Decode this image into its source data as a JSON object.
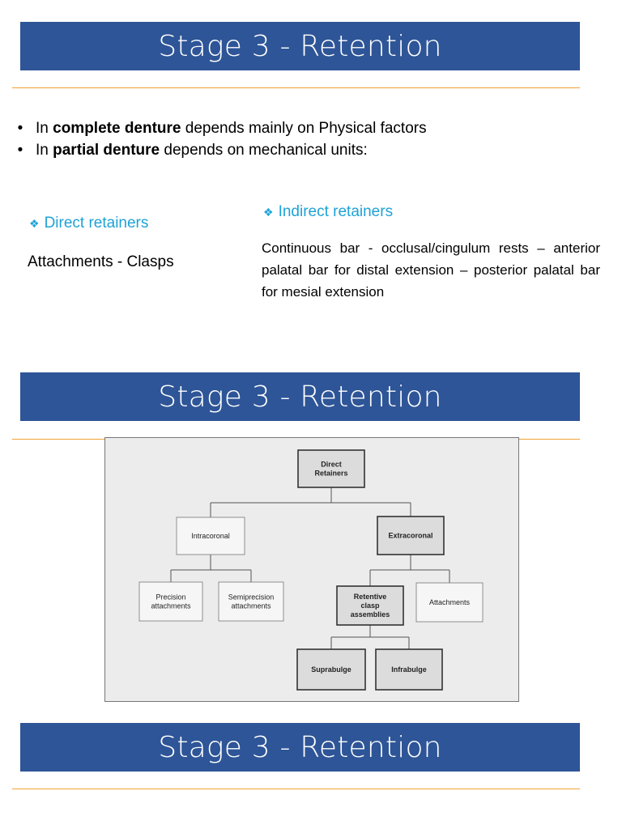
{
  "banners": [
    {
      "text": "Stage 3 - Retention"
    },
    {
      "text": "Stage 3 - Retention"
    },
    {
      "text": "Stage 3 - Retention"
    }
  ],
  "bullets": [
    {
      "pre": "In ",
      "bold": "complete denture",
      "post": " depends mainly on Physical factors"
    },
    {
      "pre": "In ",
      "bold": "partial denture",
      "post": " depends on mechanical units:"
    }
  ],
  "direct": {
    "heading": "Direct retainers",
    "body": "Attachments - Clasps"
  },
  "indirect": {
    "heading": "Indirect retainers",
    "body": "Continuous bar  - occlusal/cingulum rests – anterior palatal bar for distal extension – posterior palatal bar for mesial extension"
  },
  "diagram": {
    "nodes": {
      "root": [
        "Direct",
        "Retainers"
      ],
      "intra": [
        "Intracoronal"
      ],
      "extra": [
        "Extracoronal"
      ],
      "precision": [
        "Precision",
        "attachments"
      ],
      "semi": [
        "Semiprecision",
        "attachments"
      ],
      "retentive": [
        "Retentive",
        "clasp",
        "assemblies"
      ],
      "attach": [
        "Attachments"
      ],
      "supra": [
        "Suprabulge"
      ],
      "infra": [
        "Infrabulge"
      ]
    }
  },
  "icons": {
    "bullet": "•",
    "diamond": "❖"
  },
  "colors": {
    "banner": "#2e5597",
    "rule": "#f0a233",
    "heading": "#1ea2d6"
  }
}
